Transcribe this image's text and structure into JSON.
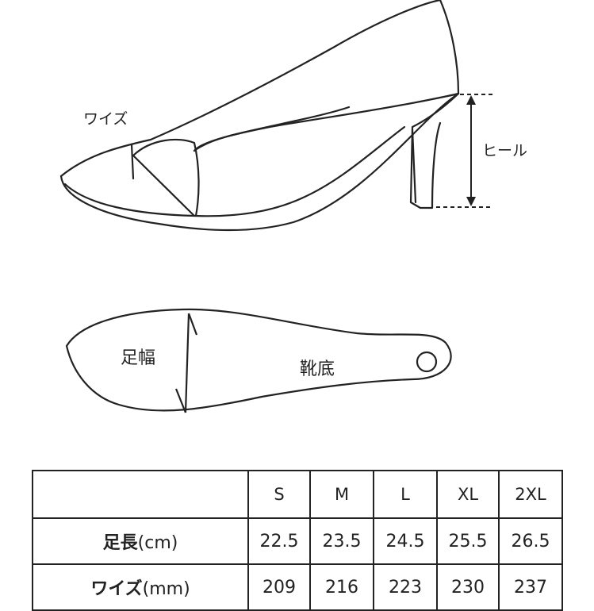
{
  "labels": {
    "width": "ワイズ",
    "heel": "ヒール",
    "foot_width": "足幅",
    "sole": "靴底"
  },
  "size_table": {
    "corner": "",
    "sizes": [
      "S",
      "M",
      "L",
      "XL",
      "2XL"
    ],
    "rows": [
      {
        "label": "足長",
        "unit": "(cm)",
        "values": [
          "22.5",
          "23.5",
          "24.5",
          "25.5",
          "26.5"
        ]
      },
      {
        "label": "ワイズ",
        "unit": "(mm)",
        "values": [
          "209",
          "216",
          "223",
          "230",
          "237"
        ]
      }
    ]
  }
}
